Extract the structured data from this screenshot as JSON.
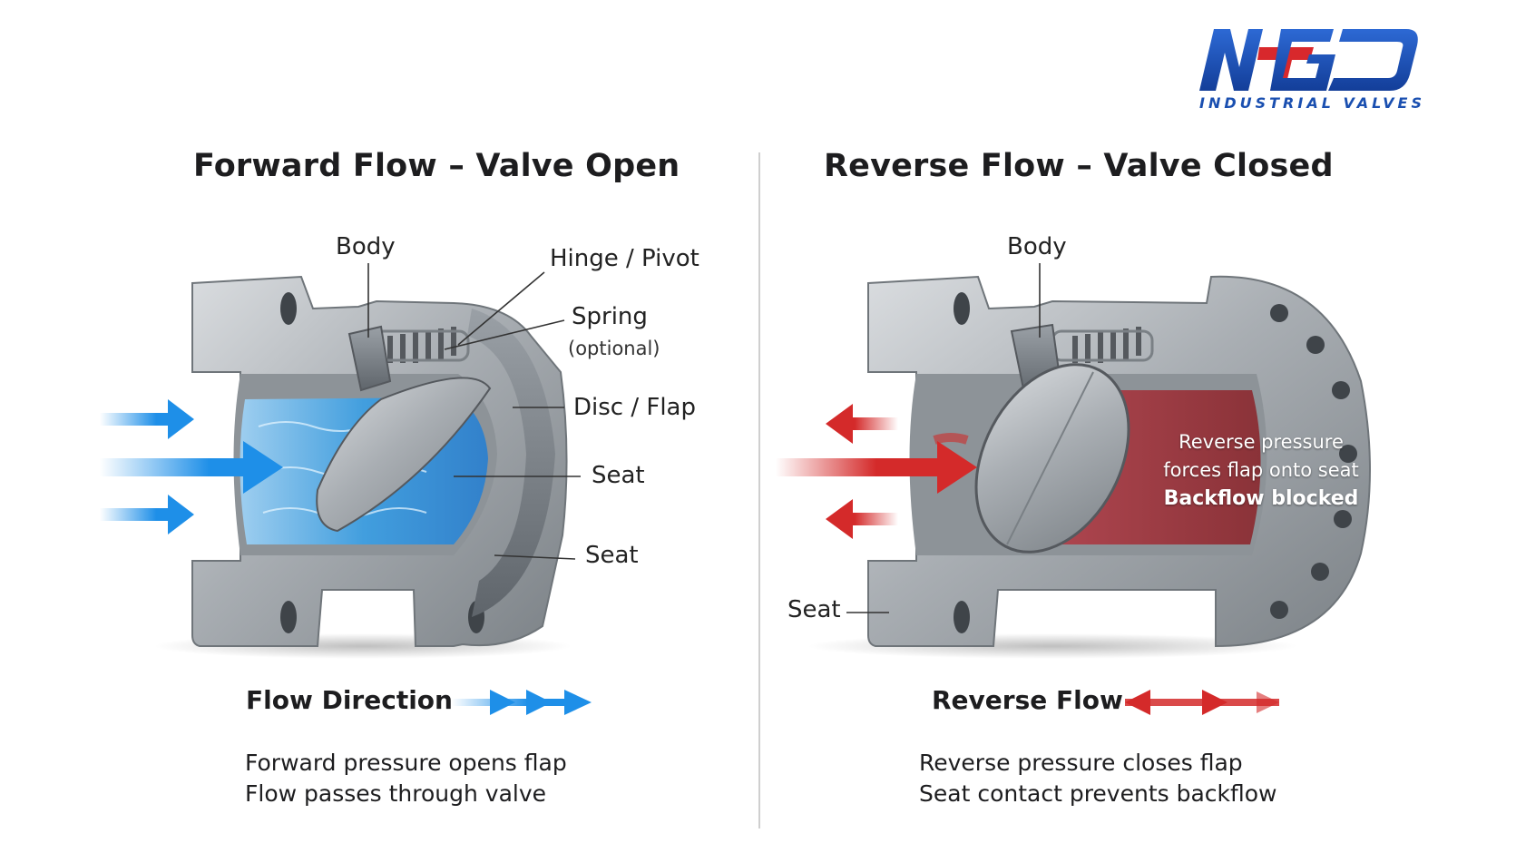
{
  "logo": {
    "name": "NTGD",
    "tagline": "INDUSTRIAL VALVES",
    "primary_color": "#1a4fb0",
    "accent_color": "#d8282c"
  },
  "left_panel": {
    "title": "Forward Flow – Valve Open",
    "labels": {
      "body": "Body",
      "hinge": "Hinge / Pivot",
      "spring": "Spring",
      "spring_note": "(optional)",
      "disc": "Disc / Flap",
      "seat_1": "Seat",
      "seat_2": "Seat"
    },
    "legend": "Flow Direction",
    "legend_color": "#1e8fe8",
    "caption_lines": [
      "Forward pressure opens flap",
      "Flow passes through valve"
    ]
  },
  "right_panel": {
    "title": "Reverse Flow – Valve Closed",
    "labels": {
      "body": "Body",
      "seat": "Seat"
    },
    "overlay_lines": [
      "Reverse pressure",
      "forces flap onto seat"
    ],
    "overlay_bold": "Backflow blocked",
    "legend": "Reverse Flow",
    "legend_color": "#d42a2a",
    "caption_lines": [
      "Reverse pressure closes flap",
      "Seat contact prevents backflow"
    ]
  }
}
